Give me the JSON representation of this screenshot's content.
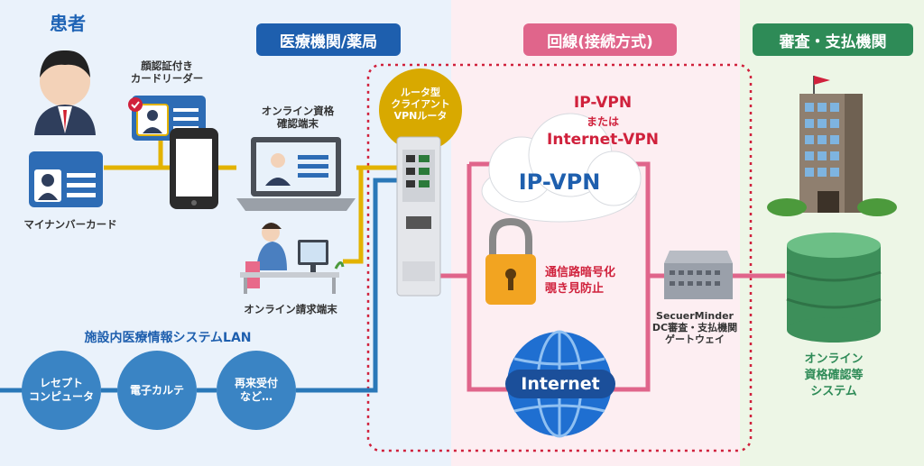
{
  "sections": {
    "patient": "患者",
    "facility": "医療機関/薬局",
    "line": "回線(接続方式)",
    "payer": "審査・支払機関"
  },
  "labels": {
    "face_reader": "顔認証付き\nカードリーダー",
    "mynumber_card": "マイナンバーカード",
    "online_terminal": "オンライン資格\n確認端末",
    "billing_terminal": "オンライン請求端末",
    "router": "ルータ型\nクライアント\nVPNルータ",
    "vpn_title_a": "IP-VPN",
    "vpn_title_or": "または",
    "vpn_title_b": "Internet-VPN",
    "cloud": "IP-VPN",
    "lock_text": "通信路暗号化\n覗き見防止",
    "internet": "Internet",
    "gateway": "SecuerMinder\nDC審査・支払機関\nゲートウェイ",
    "system": "オンライン\n資格確認等\nシステム",
    "lan_title": "施設内医療情報システムLAN"
  },
  "lan_nodes": [
    "レセプト\nコンピュータ",
    "電子カルテ",
    "再来受付\nなど…"
  ],
  "colors": {
    "patient_text": "#1e63b5",
    "facility_pill": "#1e5fae",
    "line_pill": "#e0658b",
    "payer_pill": "#2e8b57",
    "yellow_line": "#e3b300",
    "blue_line": "#2a78b8",
    "pink_line": "#e0658b",
    "dashed_red": "#d0213c"
  }
}
